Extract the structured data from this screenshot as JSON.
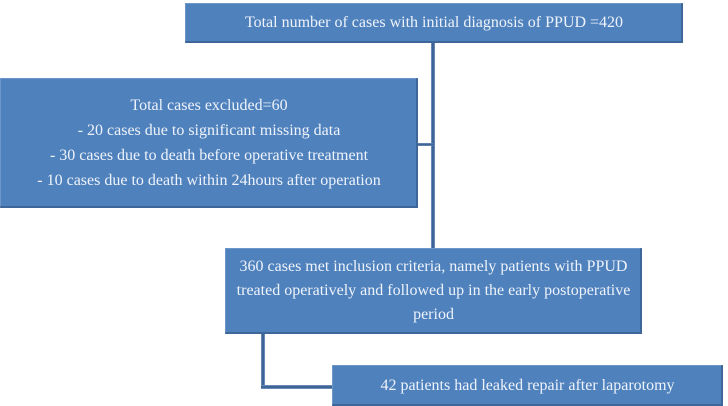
{
  "diagram": {
    "type": "flowchart",
    "title": "Patient selection flow for PPUD study",
    "colors": {
      "box_fill": "#4f81bd",
      "box_edge_dark": "#3a5f91",
      "connector": "#3d6496",
      "text": "#eef3fa",
      "background": "#ffffff"
    },
    "nodes": [
      {
        "id": "total-cases",
        "label": "Total number of cases with initial diagnosis of PPUD =420"
      },
      {
        "id": "excluded-cases",
        "lines": [
          "Total cases excluded=60",
          "- 20 cases due to significant missing data",
          "- 30 cases due to death before operative treatment",
          "- 10 cases due to death within 24hours after operation"
        ]
      },
      {
        "id": "inclusion-criteria",
        "label": "360 cases met inclusion criteria, namely patients with PPUD treated operatively and followed up in the early postoperative period"
      },
      {
        "id": "leaked-repair",
        "label": "42 patients had leaked repair after laparotomy"
      }
    ],
    "edges": [
      {
        "from": "total-cases",
        "to": "inclusion-criteria",
        "style": "straight-vertical"
      },
      {
        "from": "excluded-cases",
        "to": "main-flow-line",
        "style": "horizontal-branch"
      },
      {
        "from": "inclusion-criteria",
        "to": "leaked-repair",
        "style": "elbow-down-right"
      }
    ]
  }
}
